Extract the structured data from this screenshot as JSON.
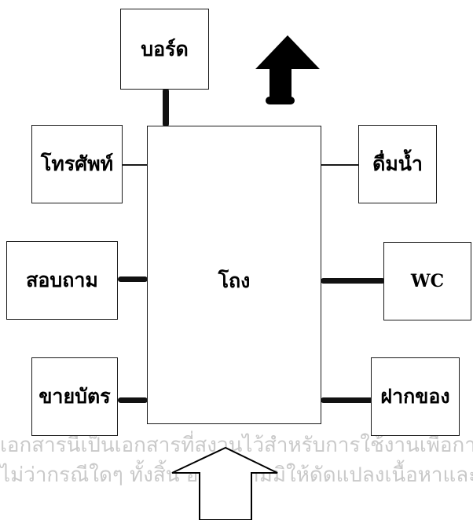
{
  "diagram": {
    "boxes": {
      "board": "บอร์ด",
      "phone": "โทรศัพท์",
      "drink": "ดื่มน้ำ",
      "inquiry": "สอบถาม",
      "hall": "โถง",
      "wc": "WC",
      "ticket": "ขายบัตร",
      "deposit": "ฝากของ"
    }
  },
  "watermark": {
    "line1": "เอกสารนี้เป็นเอกสารที่สงวนไว้สำหรับการใช้งานเพื่อการ",
    "line2": "ไม่ว่ากรณีใดๆ ทั้งสิ้น อีกทั้งห้ามมิให้ดัดแปลงเนื้อหาและ"
  },
  "colors": {
    "line": "#1a1a1a",
    "watermark": "#c9c9c9"
  }
}
